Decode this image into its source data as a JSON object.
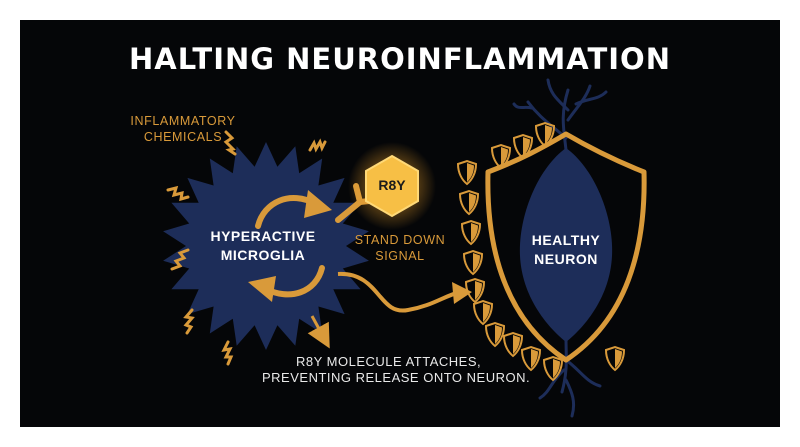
{
  "title": "HALTING NEUROINFLAMMATION",
  "labels": {
    "chem_line1": "INFLAMMATORY",
    "chem_line2": "CHEMICALS",
    "microglia_line1": "HYPERACTIVE",
    "microglia_line2": "MICROGLIA",
    "molecule": "R8Y",
    "signal_line1": "STAND DOWN",
    "signal_line2": "SIGNAL",
    "neuron_line1": "HEALTHY",
    "neuron_line2": "NEURON",
    "caption_line1": "R8Y MOLECULE ATTACHES,",
    "caption_line2": "PREVENTING RELEASE ONTO NEURON."
  },
  "colors": {
    "background": "#050608",
    "cell_fill": "#1d2d59",
    "accent_orange": "#d99a3a",
    "molecule_glow": "#f3b73f",
    "text": "#ffffff"
  },
  "icons": [
    "shield-icon",
    "lightning-icon",
    "arrow-icon",
    "receptor-icon",
    "hexagon-icon"
  ]
}
